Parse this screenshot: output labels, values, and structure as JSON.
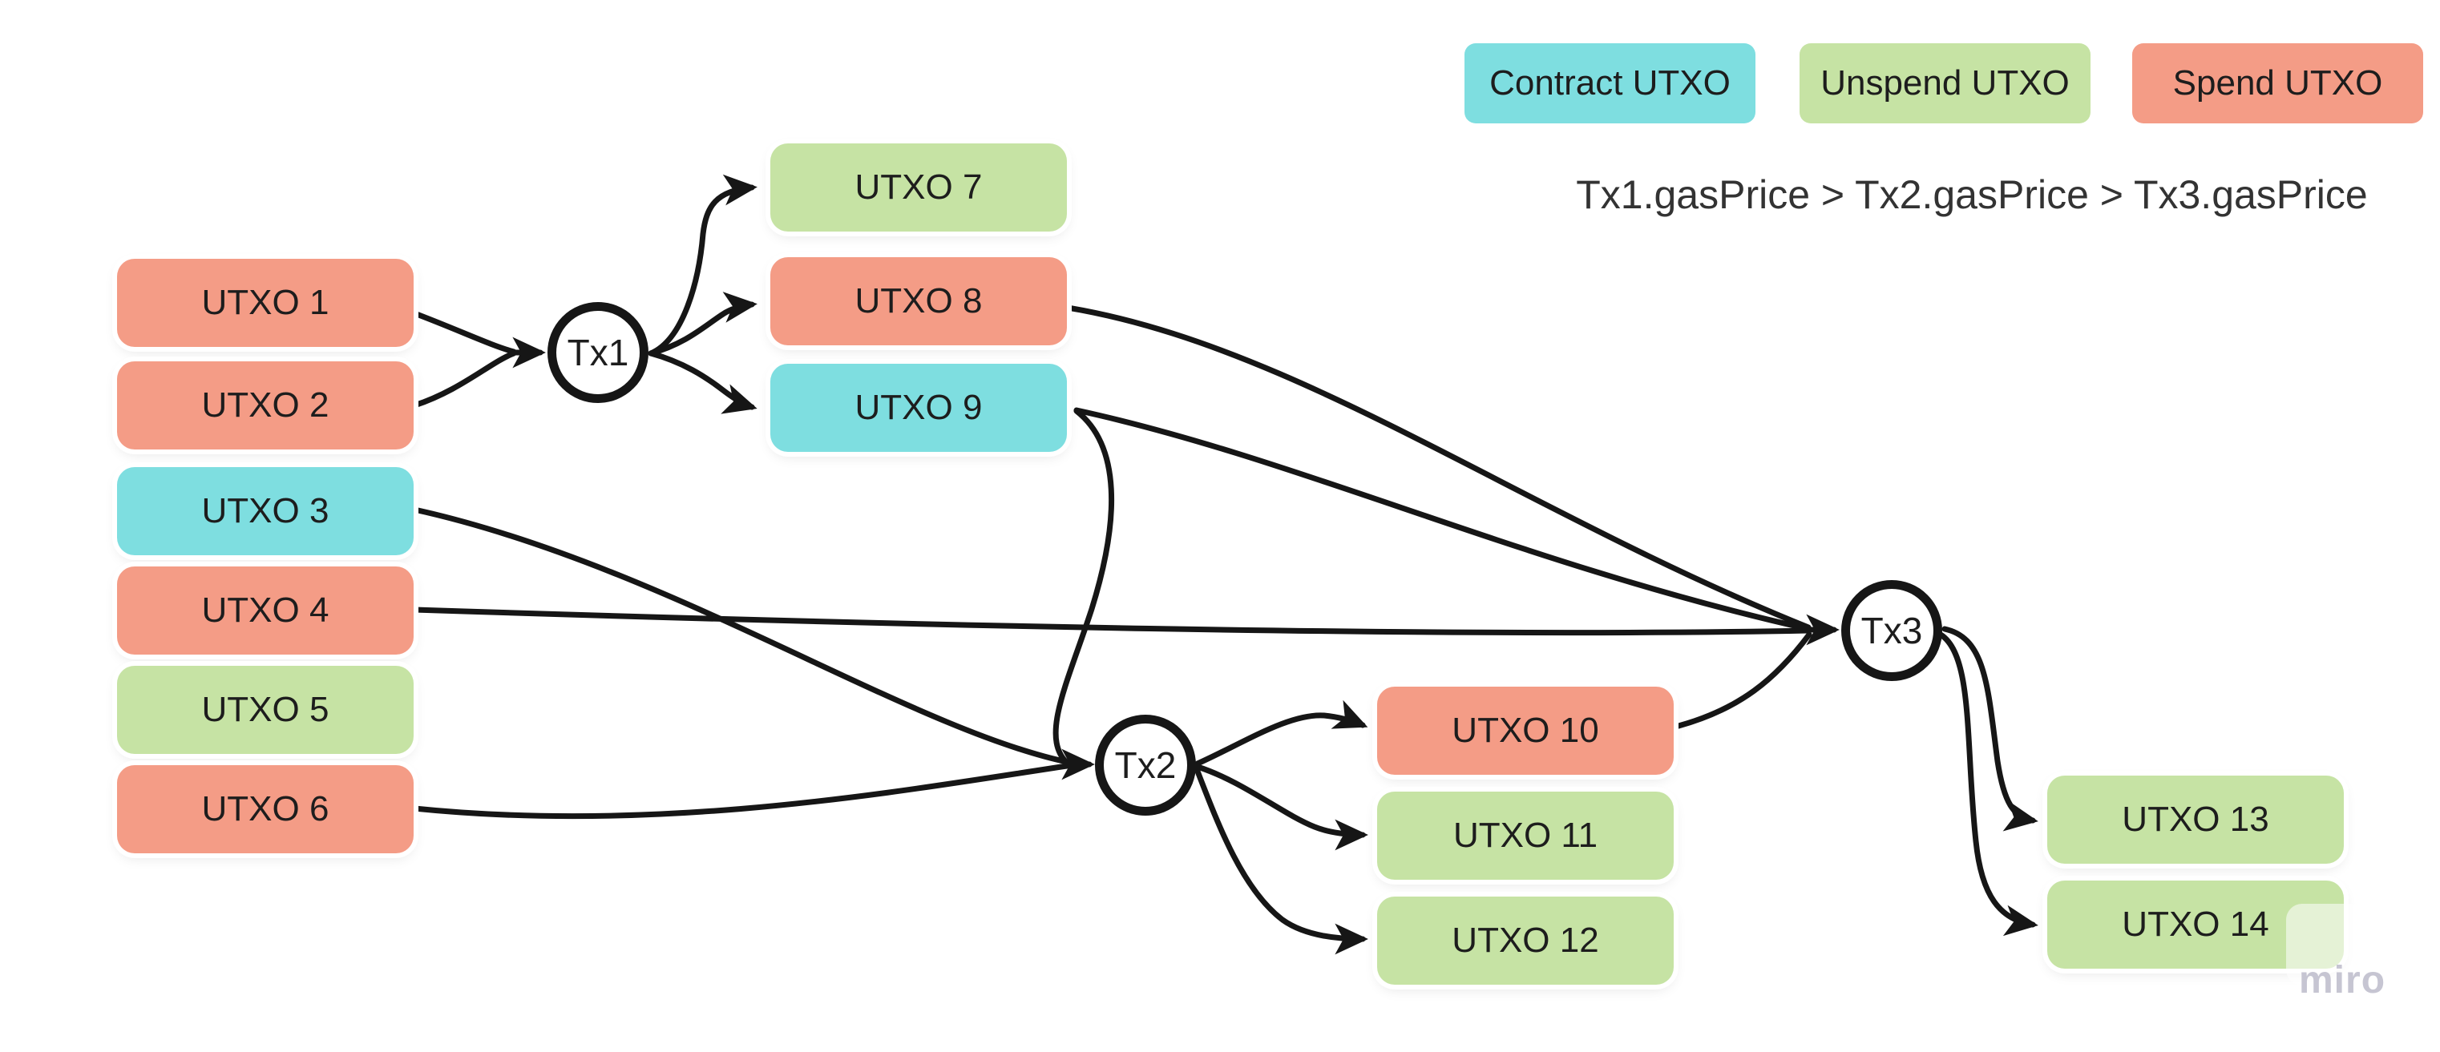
{
  "page": {
    "background": "#ffffff"
  },
  "legend": {
    "items": [
      {
        "id": "legend-contract",
        "label": "Contract UTXO",
        "type": "contract"
      },
      {
        "id": "legend-unspend",
        "label": "Unspend UTXO",
        "type": "unspend"
      },
      {
        "id": "legend-spend",
        "label": "Spend UTXO",
        "type": "spend"
      }
    ]
  },
  "annotation": {
    "text": "Tx1.gasPrice > Tx2.gasPrice > Tx3.gasPrice"
  },
  "colors": {
    "contract": "#7EDEE0",
    "unspend": "#C6E3A4",
    "spend": "#F49C86",
    "edge": "#161616",
    "label": "#1d1d1d",
    "annotation": "#333333",
    "watermark": "#C6C5D2",
    "node_fill": "#ffffff",
    "node_border": "#161616"
  },
  "nodes": {
    "utxos": [
      {
        "id": "utxo-1",
        "label": "UTXO 1",
        "type": "spend"
      },
      {
        "id": "utxo-2",
        "label": "UTXO 2",
        "type": "spend"
      },
      {
        "id": "utxo-3",
        "label": "UTXO 3",
        "type": "contract"
      },
      {
        "id": "utxo-4",
        "label": "UTXO 4",
        "type": "spend"
      },
      {
        "id": "utxo-5",
        "label": "UTXO 5",
        "type": "unspend"
      },
      {
        "id": "utxo-6",
        "label": "UTXO 6",
        "type": "spend"
      },
      {
        "id": "utxo-7",
        "label": "UTXO 7",
        "type": "unspend"
      },
      {
        "id": "utxo-8",
        "label": "UTXO 8",
        "type": "spend"
      },
      {
        "id": "utxo-9",
        "label": "UTXO 9",
        "type": "contract"
      },
      {
        "id": "utxo-10",
        "label": "UTXO 10",
        "type": "spend"
      },
      {
        "id": "utxo-11",
        "label": "UTXO 11",
        "type": "unspend"
      },
      {
        "id": "utxo-12",
        "label": "UTXO 12",
        "type": "unspend"
      },
      {
        "id": "utxo-13",
        "label": "UTXO 13",
        "type": "unspend"
      },
      {
        "id": "utxo-14",
        "label": "UTXO 14",
        "type": "unspend"
      }
    ],
    "transactions": [
      {
        "id": "tx-1",
        "label": "Tx1"
      },
      {
        "id": "tx-2",
        "label": "Tx2"
      },
      {
        "id": "tx-3",
        "label": "Tx3"
      }
    ]
  },
  "edges": [
    {
      "from": "utxo-1",
      "to": "tx-1"
    },
    {
      "from": "utxo-2",
      "to": "tx-1"
    },
    {
      "from": "utxo-3",
      "to": "tx-2"
    },
    {
      "from": "utxo-6",
      "to": "tx-2"
    },
    {
      "from": "utxo-9",
      "to": "tx-2"
    },
    {
      "from": "utxo-4",
      "to": "tx-3"
    },
    {
      "from": "utxo-8",
      "to": "tx-3"
    },
    {
      "from": "utxo-9",
      "to": "tx-3"
    },
    {
      "from": "utxo-10",
      "to": "tx-3"
    },
    {
      "from": "tx-1",
      "to": "utxo-7"
    },
    {
      "from": "tx-1",
      "to": "utxo-8"
    },
    {
      "from": "tx-1",
      "to": "utxo-9"
    },
    {
      "from": "tx-2",
      "to": "utxo-10"
    },
    {
      "from": "tx-2",
      "to": "utxo-11"
    },
    {
      "from": "tx-2",
      "to": "utxo-12"
    },
    {
      "from": "tx-3",
      "to": "utxo-13"
    },
    {
      "from": "tx-3",
      "to": "utxo-14"
    }
  ],
  "watermark": {
    "text": "miro"
  }
}
